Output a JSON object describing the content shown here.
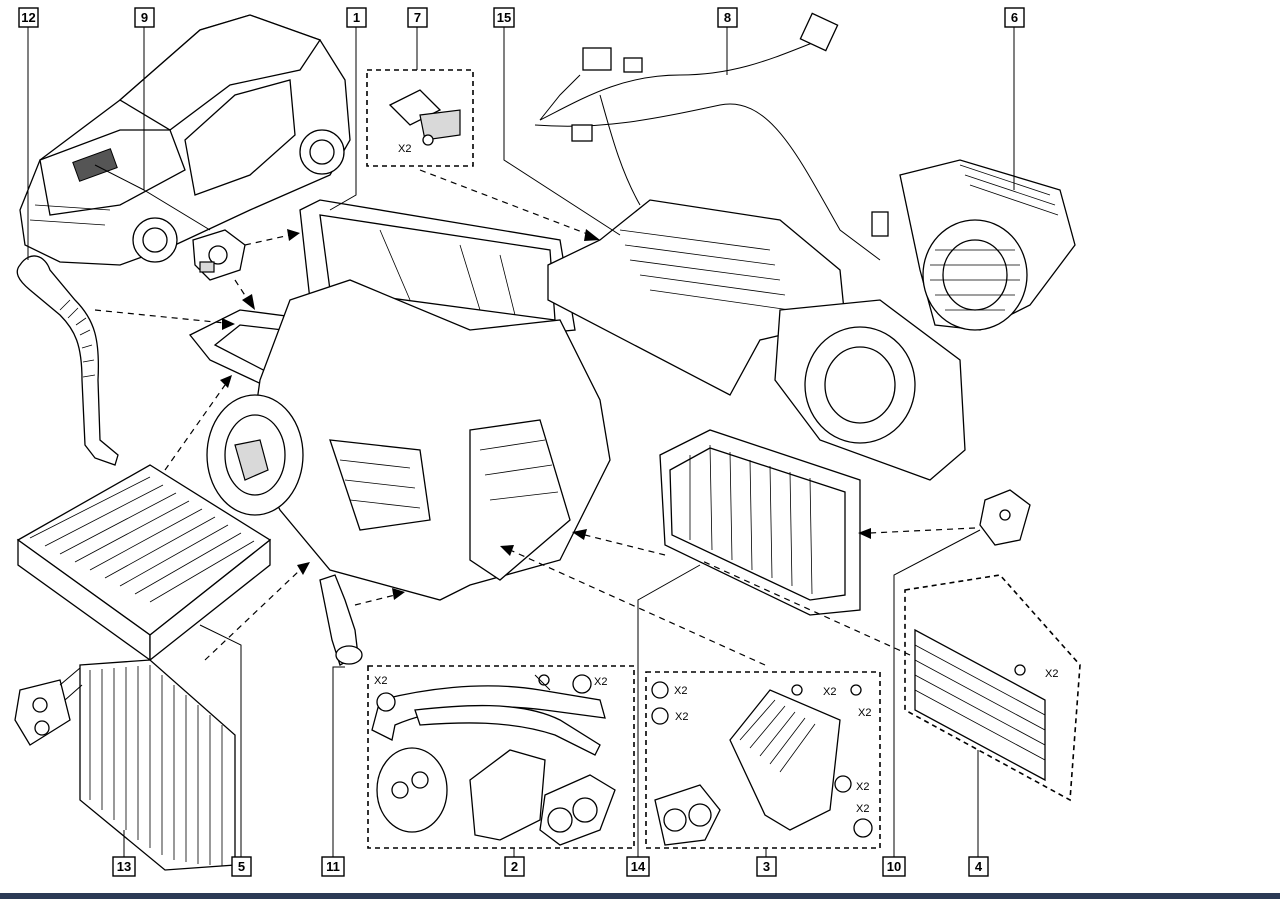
{
  "diagram": {
    "callouts": [
      {
        "id": "c12",
        "label": "12"
      },
      {
        "id": "c9",
        "label": "9"
      },
      {
        "id": "c1",
        "label": "1"
      },
      {
        "id": "c7",
        "label": "7"
      },
      {
        "id": "c15",
        "label": "15"
      },
      {
        "id": "c8",
        "label": "8"
      },
      {
        "id": "c6",
        "label": "6"
      },
      {
        "id": "c13",
        "label": "13"
      },
      {
        "id": "c5",
        "label": "5"
      },
      {
        "id": "c11",
        "label": "11"
      },
      {
        "id": "c2",
        "label": "2"
      },
      {
        "id": "c14",
        "label": "14"
      },
      {
        "id": "c3",
        "label": "3"
      },
      {
        "id": "c10",
        "label": "10"
      },
      {
        "id": "c4",
        "label": "4"
      }
    ],
    "quantities": {
      "q7": "X2",
      "q2a": "X2",
      "q2b": "X2",
      "q3a": "X2",
      "q3b": "X2",
      "q3c": "X2",
      "q3d": "X2",
      "q3e": "X2",
      "q3f": "X2",
      "q4": "X2"
    }
  }
}
